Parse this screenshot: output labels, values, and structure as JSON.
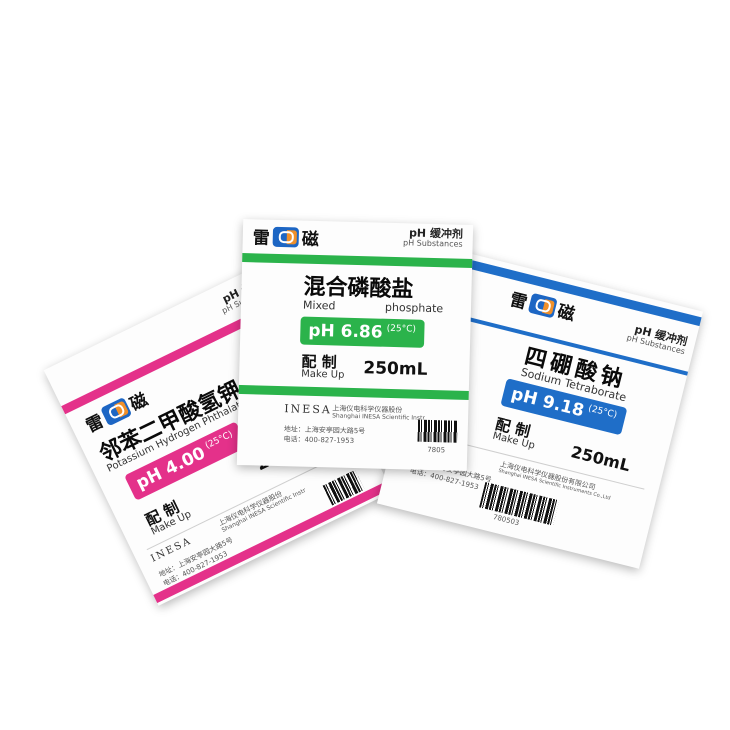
{
  "brand": {
    "char1": "雷",
    "char2": "磁"
  },
  "common": {
    "ph_cn": "pH 缓冲剂",
    "ph_en": "pH Substances",
    "make_cn": "配 制",
    "make_en": "Make Up"
  },
  "cards": {
    "left": {
      "color": "#e4318a",
      "title_cn": "邻苯二甲酸氢钾",
      "title_en": "Potassium Hydrogen Phthalate",
      "ph": "pH 4.00",
      "temp": "(25°C)",
      "volume": "250mL",
      "maker_cn": "上海仪电科学仪器股份",
      "maker_en": "Shanghai INESA Scientific Instr",
      "address": "地址：上海安亭园大路5号",
      "phone": "电话：400-827-1953"
    },
    "center": {
      "color": "#2bb34b",
      "title_cn": "混合磷酸盐",
      "title_en_1": "Mixed",
      "title_en_2": "phosphate",
      "ph": "pH 6.86",
      "temp": "(25°C)",
      "volume": "250mL",
      "maker_cn": "上海仪电科学仪器股份",
      "maker_en": "Shanghai INESA Scientific Instr",
      "address": "地址：上海安亭园大路5号",
      "phone": "电话：400-827-1953",
      "code": "7805"
    },
    "right": {
      "color": "#1f6ec8",
      "title_cn": "四硼酸钠",
      "title_en": "Sodium Tetraborate",
      "ph": "pH 9.18",
      "temp": "(25°C)",
      "volume": "250mL",
      "maker_cn": "上海仪电科学仪器股份有限公司",
      "maker_en": "Shanghai INESA Scientific Instruments Co.,Ltd",
      "address": "地址：上海安亭园大路5号",
      "phone": "电话：400-827-1953",
      "code": "780503"
    }
  },
  "inesa": "INESA"
}
